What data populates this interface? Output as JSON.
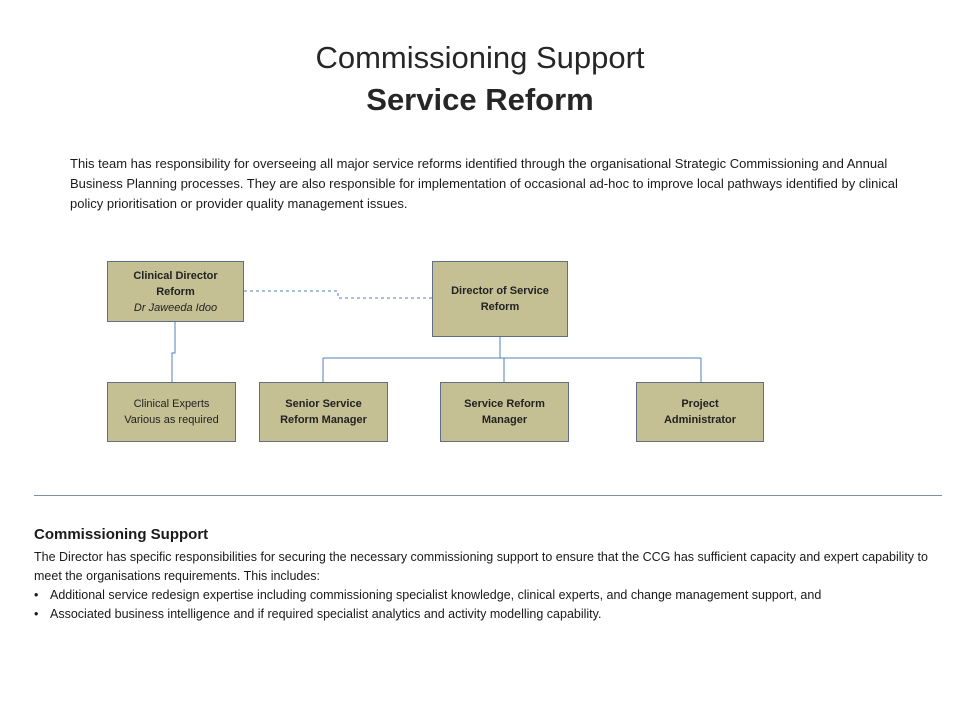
{
  "header": {
    "title": "Commissioning Support",
    "subtitle": "Service Reform"
  },
  "intro": "This team has responsibility for overseeing all major service reforms identified through the organisational Strategic Commissioning and Annual Business Planning processes. They are also responsible for implementation of occasional ad-hoc to improve local pathways identified by clinical policy prioritisation or provider quality management issues.",
  "org_chart": {
    "clinical_director": {
      "title_line1": "Clinical Director",
      "title_line2": "Reform",
      "name": "Dr Jaweeda Idoo"
    },
    "director": {
      "title_line1": "Director of Service",
      "title_line2": "Reform"
    },
    "clinical_experts": {
      "line1": "Clinical Experts",
      "line2": "Various as required"
    },
    "senior_manager": {
      "line1": "Senior Service",
      "line2": "Reform Manager"
    },
    "reform_manager": {
      "line1": "Service Reform",
      "line2": "Manager"
    },
    "project_admin": {
      "line1": "Project",
      "line2": "Administrator"
    },
    "colors": {
      "box_fill": "#c5bf94",
      "box_border": "#5f6e86",
      "connector": "#4f81bd"
    }
  },
  "commissioning_support": {
    "heading": "Commissioning Support",
    "text": "The Director has specific responsibilities for securing the necessary commissioning support to ensure that the CCG has sufficient capacity and expert capability to meet the organisations requirements. This includes:",
    "bullets": [
      "Additional service redesign expertise including commissioning specialist knowledge, clinical experts, and change management support, and",
      "Associated business intelligence and if required specialist analytics and activity modelling capability."
    ],
    "bullet_char": "•"
  }
}
